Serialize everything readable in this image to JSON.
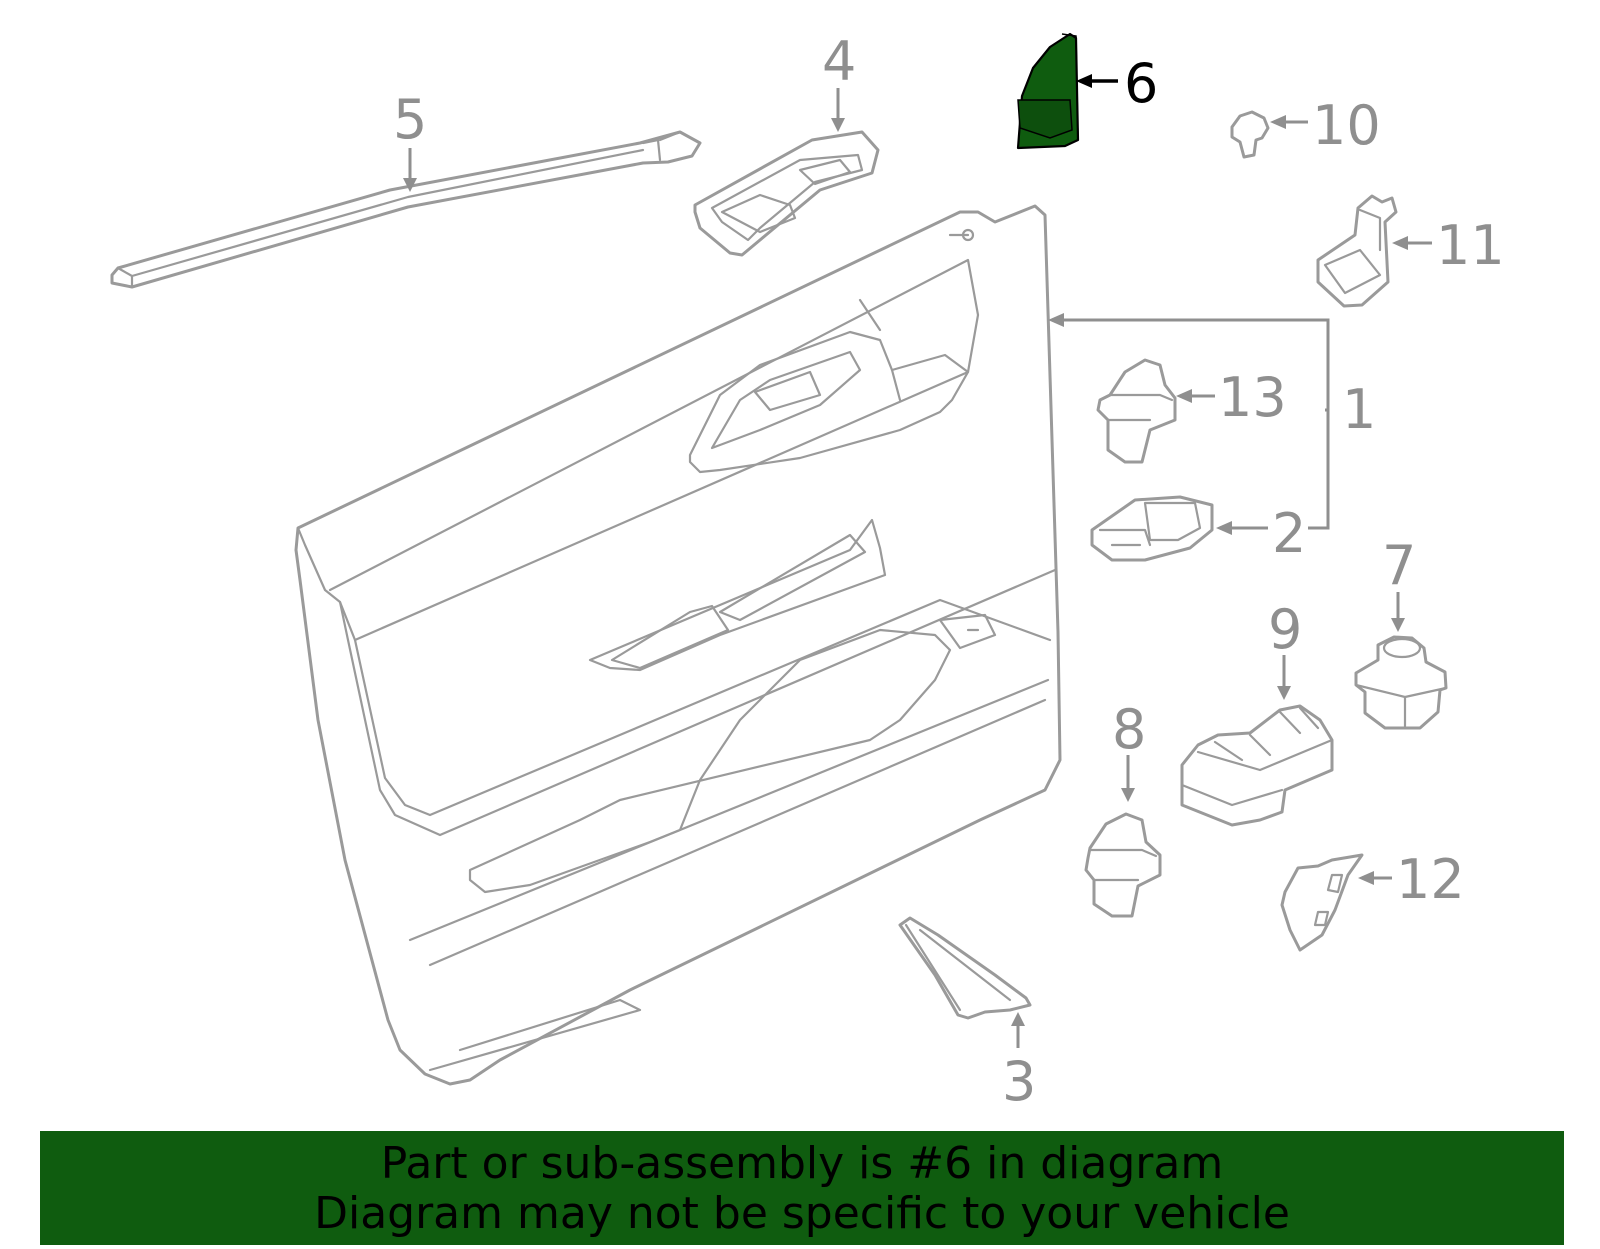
{
  "callouts": {
    "c1": "1",
    "c2": "2",
    "c3": "3",
    "c4": "4",
    "c5": "5",
    "c6": "6",
    "c7": "7",
    "c8": "8",
    "c9": "9",
    "c10": "10",
    "c11": "11",
    "c12": "12",
    "c13": "13"
  },
  "highlight": {
    "part_number": "6",
    "color": "#0f5c0f"
  },
  "banner": {
    "line1": "Part or sub-assembly is #6 in diagram",
    "line2": "Diagram may not be specific to your vehicle",
    "background": "#0f5c0f"
  },
  "colors": {
    "outline": "#9a9a9a",
    "text": "#8f8f8f",
    "highlight_outline": "#000000"
  }
}
